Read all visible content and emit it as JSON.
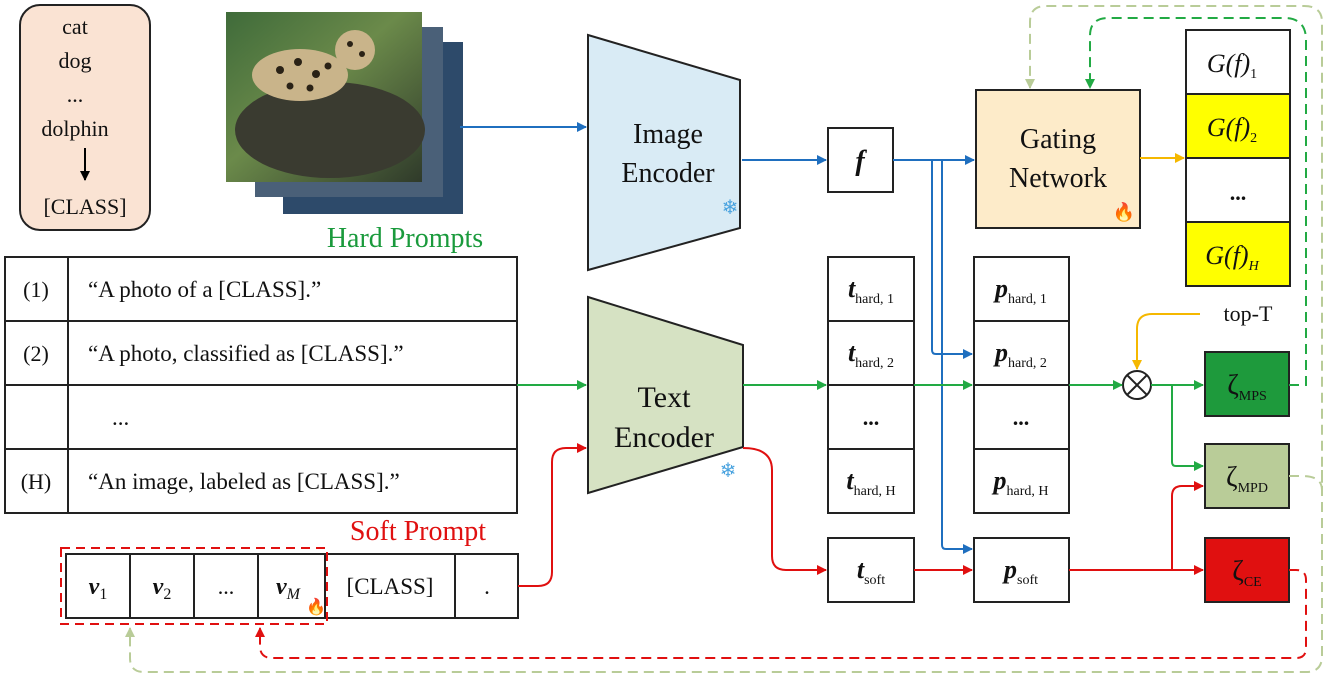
{
  "class_list": {
    "items": [
      "cat",
      "dog",
      "...",
      "dolphin"
    ],
    "result": "[CLASS]"
  },
  "image_encoder": {
    "line1": "Image",
    "line2": "Encoder"
  },
  "text_encoder": {
    "line1": "Text",
    "line2": "Encoder"
  },
  "gating_network": {
    "line1": "Gating",
    "line2": "Network"
  },
  "hard_prompts": {
    "title": "Hard Prompts",
    "rows": [
      {
        "index": "(1)",
        "text": "“A photo of a [CLASS].”"
      },
      {
        "index": "(2)",
        "text": "“A photo, classified as [CLASS].”"
      },
      {
        "index": "",
        "text": "..."
      },
      {
        "index": "(H)",
        "text": "“An image, labeled as [CLASS].”"
      }
    ]
  },
  "soft_prompt": {
    "title": "Soft Prompt",
    "tokens": [
      {
        "base": "v",
        "sub": "1"
      },
      {
        "base": "v",
        "sub": "2"
      },
      {
        "base": "...",
        "sub": ""
      },
      {
        "base": "v",
        "sub": "M"
      }
    ],
    "class_token": "[CLASS]",
    "period": "."
  },
  "feature": {
    "symbol": "f"
  },
  "text_features": [
    {
      "base": "t",
      "sub": "hard, 1"
    },
    {
      "base": "t",
      "sub": "hard, 2"
    },
    {
      "base": "...",
      "sub": ""
    },
    {
      "base": "t",
      "sub": "hard, H"
    }
  ],
  "text_feature_soft": {
    "base": "t",
    "sub": "soft"
  },
  "predictions": [
    {
      "base": "p",
      "sub": "hard, 1"
    },
    {
      "base": "p",
      "sub": "hard, 2"
    },
    {
      "base": "...",
      "sub": ""
    },
    {
      "base": "p",
      "sub": "hard, H"
    }
  ],
  "prediction_soft": {
    "base": "p",
    "sub": "soft"
  },
  "gates": [
    {
      "label": "G(f)",
      "sub": "1",
      "highlight": false
    },
    {
      "label": "G(f)",
      "sub": "2",
      "highlight": true
    },
    {
      "label": "...",
      "sub": "",
      "highlight": false
    },
    {
      "label": "G(f)",
      "sub": "H",
      "highlight": true
    }
  ],
  "top_t": "top-T",
  "multiply_symbol": "⊗",
  "losses": [
    {
      "symbol": "ζ",
      "sub": "MPS",
      "color": "#1e9a3c"
    },
    {
      "symbol": "ζ",
      "sub": "MPD",
      "color": "#b9cc98"
    },
    {
      "symbol": "ζ",
      "sub": "CE",
      "color": "#e01010"
    }
  ],
  "colors": {
    "image_path": "#1f6fbf",
    "text_path": "#22aa44",
    "soft_path": "#e01010",
    "gate_path": "#f5b800",
    "feedback_path": "#b9cc98",
    "class_box": "#fae3d3",
    "image_encoder": "#d9ebf5",
    "text_encoder": "#d6e2c3",
    "gating": "#fdebc9",
    "gate_highlight": "#ffff00",
    "hard_title": "#1a9a3c",
    "soft_title": "#e01010"
  }
}
